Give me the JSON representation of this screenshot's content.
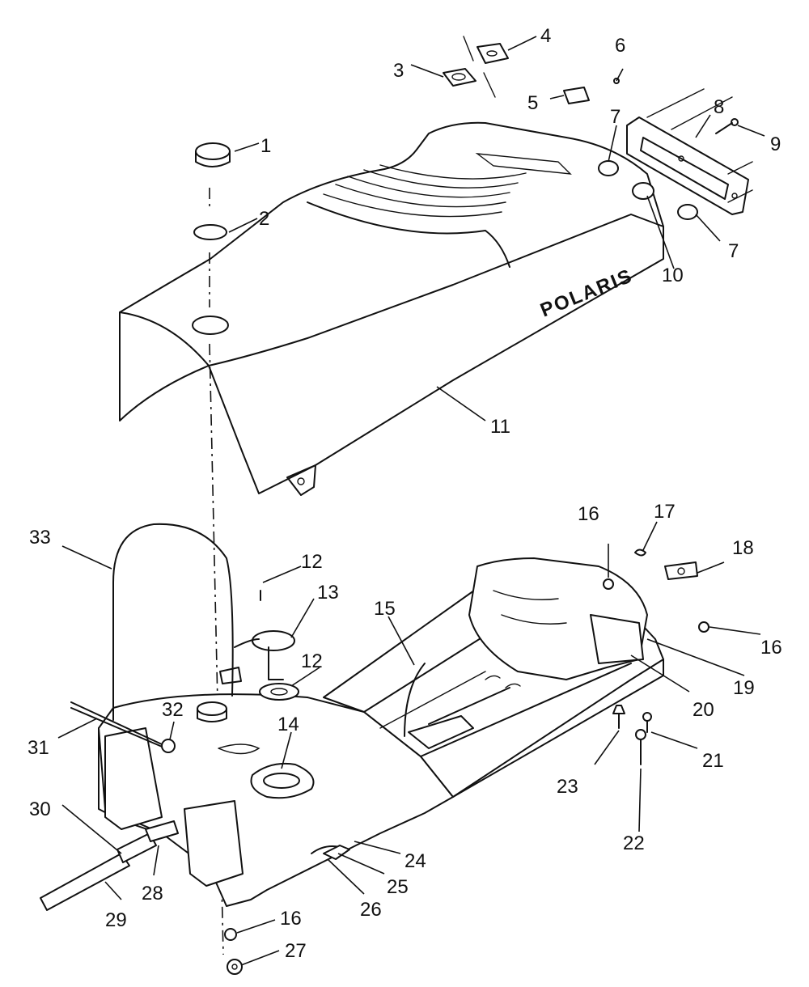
{
  "diagram": {
    "brand_text": "POLARIS",
    "callouts": [
      "1",
      "2",
      "3",
      "4",
      "5",
      "6",
      "7",
      "8",
      "9",
      "10",
      "7",
      "11",
      "12",
      "13",
      "12",
      "14",
      "15",
      "16",
      "17",
      "18",
      "16",
      "19",
      "20",
      "21",
      "22",
      "23",
      "24",
      "25",
      "26",
      "27",
      "16",
      "28",
      "29",
      "30",
      "31",
      "32",
      "33"
    ]
  }
}
